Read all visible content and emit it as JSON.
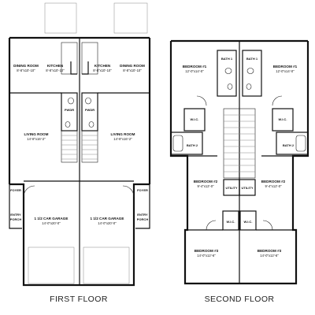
{
  "labels": {
    "first_floor": "FIRST FLOOR",
    "second_floor": "SECOND FLOOR"
  },
  "first_floor": {
    "dining_left": {
      "name": "DINING ROOM",
      "dim": "8'-8\"x10'-10\""
    },
    "kitchen_left": {
      "name": "KITCHEN",
      "dim": "8'-8\"x10'-10\""
    },
    "kitchen_right": {
      "name": "KITCHEN",
      "dim": "8'-8\"x10'-10\""
    },
    "dining_right": {
      "name": "DINING ROOM",
      "dim": "8'-8\"x10'-10\""
    },
    "pwdr_left": "PWDR",
    "pwdr_right": "PWDR",
    "living_left": {
      "name": "LIVING ROOM",
      "dim": "14'-8\"x16'-2\""
    },
    "living_right": {
      "name": "LIVING ROOM",
      "dim": "14'-8\"x16'-2\""
    },
    "foyer_left": "FOYER",
    "foyer_right": "FOYER",
    "entry_left": [
      "ENTRY",
      "PORCH"
    ],
    "entry_right": [
      "ENTRY",
      "PORCH"
    ],
    "garage_left": {
      "name": "1 1/2 CAR GARAGE",
      "dim": "14'-0\"x20'-0\""
    },
    "garage_right": {
      "name": "1 1/2 CAR GARAGE",
      "dim": "14'-0\"x20'-0\""
    }
  },
  "second_floor": {
    "bed1_left": {
      "name": "BEDROOM #1",
      "dim": "12'-0\"x14'-0\""
    },
    "bed1_right": {
      "name": "BEDROOM #1",
      "dim": "12'-0\"x14'-0\""
    },
    "bath1_left": "BATH 1",
    "bath1_right": "BATH 1",
    "wic_left": "W.I.C.",
    "wic_right": "W.I.C.",
    "bath2_left": "BATH 2",
    "bath2_right": "BATH 2",
    "bed2_left": {
      "name": "BEDROOM #2",
      "dim": "9'-4\"x12'-0\""
    },
    "bed2_right": {
      "name": "BEDROOM #2",
      "dim": "9'-4\"x12'-0\""
    },
    "utility_left": "UTILITY",
    "utility_right": "UTILITY",
    "wic_small_left": "W.I.C.",
    "wic_small_right": "W.I.C.",
    "bed3_left": {
      "name": "BEDROOM #3",
      "dim": "14'-0\"x12'-6\""
    },
    "bed3_right": {
      "name": "BEDROOM #3",
      "dim": "14'-0\"x12'-6\""
    }
  }
}
